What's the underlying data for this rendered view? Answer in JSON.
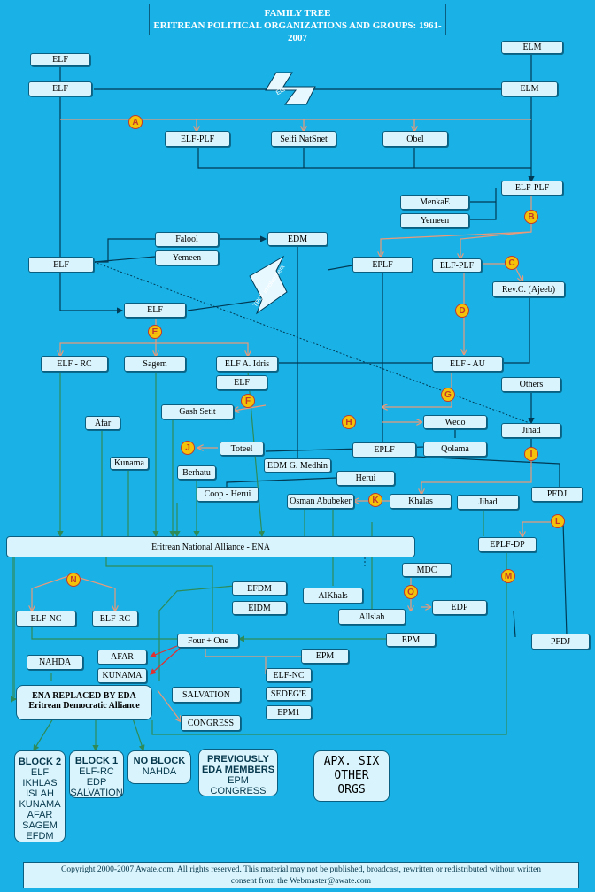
{
  "title": {
    "line1": "FAMILY TREE",
    "line2": "ERITREAN POLITICAL ORGANIZATIONS AND GROUPS:  1961-2007"
  },
  "nodes": {
    "elf_top": "ELF",
    "elf_1": "ELF",
    "elm_top": "ELM",
    "elm": "ELM",
    "elf_plf": "ELF-PLF",
    "selfi": "Selfi NatSnet",
    "obel": "Obel",
    "elf_plf2": "ELF-PLF",
    "menkae": "MenkaE",
    "yemeen": "Yemeen",
    "falool": "Falool",
    "yemeen2": "Yemeen",
    "edm_falool": "EDM",
    "elf_2": "ELF",
    "eplf_1": "EPLF",
    "elf_plf3": "ELF-PLF",
    "revc": "Rev.C. (Ajeeb)",
    "elf_3": "ELF",
    "elf_rc": "ELF - RC",
    "sagem": "Sagem",
    "elf_idris": "ELF A. Idris",
    "elf_au": "ELF - AU",
    "elf_4": "ELF",
    "others": "Others",
    "gash": "Gash Setit",
    "afar": "Afar",
    "wedo": "Wedo",
    "jihad_1": "Jihad",
    "qolama": "Qolama",
    "toteel": "Toteel",
    "eplf_2": "EPLF",
    "kunama": "Kunama",
    "edm_medhin": "EDM G. Medhin",
    "berhatu": "Berhatu",
    "herui": "Herui",
    "coop_herui": "Coop - Herui",
    "osman": "Osman Abubeker",
    "khalas": "Khalas",
    "jihad_2": "Jihad",
    "pfdj_1": "PFDJ",
    "eplf_dp": "EPLF-DP",
    "mdc": "MDC",
    "efdm": "EFDM",
    "eidm": "EIDM",
    "alkhals": "AlKhals",
    "allslah": "Allslah",
    "edp": "EDP",
    "elf_nc": "ELF-NC",
    "elf_rc2": "ELF-RC",
    "four_one": "Four + One",
    "epm_1": "EPM",
    "pfdj_2": "PFDJ",
    "nahda": "NAHDA",
    "afar2": "AFAR",
    "kunama2": "KUNAMA",
    "epm_2": "EPM",
    "elf_nc2": "ELF-NC",
    "salvation": "SALVATION",
    "sedege": "SEDEG'E",
    "epm1": "EPM1",
    "congress": "CONGRESS"
  },
  "zag_labels": {
    "ela": "Ela",
    "tplf": "TPLF involvement"
  },
  "ena": "Eritrean National Alliance - ENA",
  "eda": {
    "line1": "ENA REPLACED BY  EDA",
    "line2": "Eritrean Democratic Alliance"
  },
  "badges": [
    "A",
    "B",
    "C",
    "D",
    "E",
    "F",
    "G",
    "H",
    "J",
    "I",
    "K",
    "L",
    "M",
    "N",
    "O"
  ],
  "blocks": {
    "block2": [
      "BLOCK 2",
      "ELF",
      "IKHLAS",
      "ISLAH",
      "KUNAMA",
      "AFAR",
      "SAGEM",
      "EFDM"
    ],
    "block1": [
      "BLOCK 1",
      "ELF-RC",
      "EDP",
      "SALVATION"
    ],
    "noblock": [
      "NO BLOCK",
      "NAHDA"
    ],
    "previously": [
      "PREVIOUSLY",
      "EDA MEMBERS",
      "EPM",
      "CONGRESS"
    ],
    "apx": [
      "APX. SIX",
      "OTHER",
      "ORGS"
    ]
  },
  "footer": {
    "line1": "Copyright 2000-2007 Awate.com. All rights reserved. This material may not be published, broadcast, rewritten or redistributed without written",
    "line2": "consent from the Webmaster@awate.com"
  },
  "colors": {
    "background": "#1ab2e6",
    "node_fill": "#d9f4fc",
    "connector_dark": "#003a55",
    "connector_salmon": "#e89a7a",
    "connector_green": "#2e8b57",
    "badge_fill": "#f5c20a"
  }
}
